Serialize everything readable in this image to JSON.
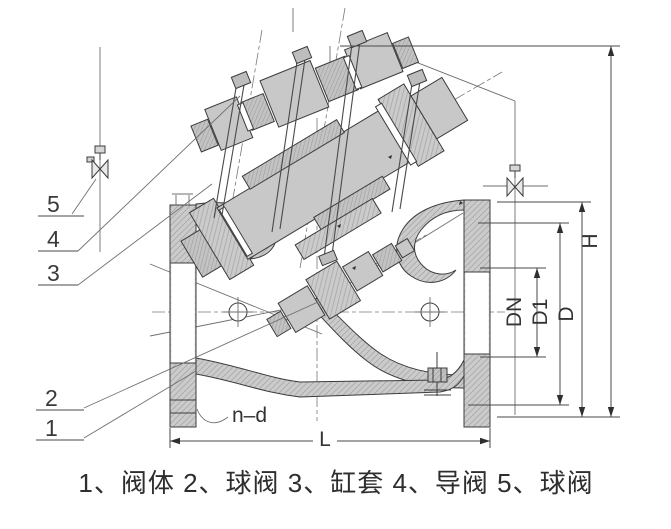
{
  "drawing": {
    "type": "valve-engineering-section-drawing",
    "caption": "1、阀体 2、球阀 3、缸套 4、导阀 5、球阀",
    "legend": [
      {
        "no": "1",
        "name": "阀体"
      },
      {
        "no": "2",
        "name": "球阀"
      },
      {
        "no": "3",
        "name": "缸套"
      },
      {
        "no": "4",
        "name": "导阀"
      },
      {
        "no": "5",
        "name": "球阀"
      }
    ],
    "part_labels": [
      "1",
      "2",
      "3",
      "4",
      "5"
    ],
    "dim_labels": {
      "H": "H",
      "DN": "DN",
      "D1": "D1",
      "D": "D",
      "L": "L",
      "n_d": "n–d"
    },
    "colors": {
      "background": "#ffffff",
      "line": "#3c3c3c",
      "metal_fill": "#cbcbcb",
      "hatch_line": "#a2a2a2"
    }
  }
}
